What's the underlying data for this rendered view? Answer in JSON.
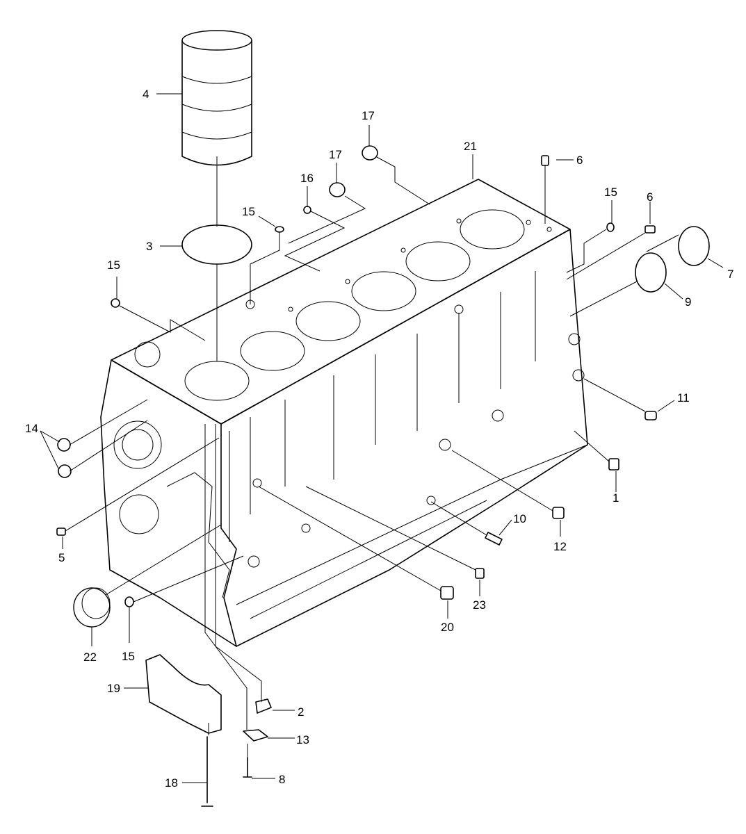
{
  "diagram": {
    "callouts": [
      {
        "id": "c4",
        "label": "4"
      },
      {
        "id": "c3",
        "label": "3"
      },
      {
        "id": "c15a",
        "label": "15"
      },
      {
        "id": "c15b",
        "label": "15"
      },
      {
        "id": "c16",
        "label": "16"
      },
      {
        "id": "c17a",
        "label": "17"
      },
      {
        "id": "c17b",
        "label": "17"
      },
      {
        "id": "c21",
        "label": "21"
      },
      {
        "id": "c6a",
        "label": "6"
      },
      {
        "id": "c15c",
        "label": "15"
      },
      {
        "id": "c6b",
        "label": "6"
      },
      {
        "id": "c7",
        "label": "7"
      },
      {
        "id": "c9",
        "label": "9"
      },
      {
        "id": "c11",
        "label": "11"
      },
      {
        "id": "c1",
        "label": "1"
      },
      {
        "id": "c12",
        "label": "12"
      },
      {
        "id": "c10",
        "label": "10"
      },
      {
        "id": "c23",
        "label": "23"
      },
      {
        "id": "c20",
        "label": "20"
      },
      {
        "id": "c14",
        "label": "14"
      },
      {
        "id": "c5",
        "label": "5"
      },
      {
        "id": "c22",
        "label": "22"
      },
      {
        "id": "c15d",
        "label": "15"
      },
      {
        "id": "c19",
        "label": "19"
      },
      {
        "id": "c2",
        "label": "2"
      },
      {
        "id": "c13",
        "label": "13"
      },
      {
        "id": "c8",
        "label": "8"
      },
      {
        "id": "c18",
        "label": "18"
      }
    ]
  }
}
